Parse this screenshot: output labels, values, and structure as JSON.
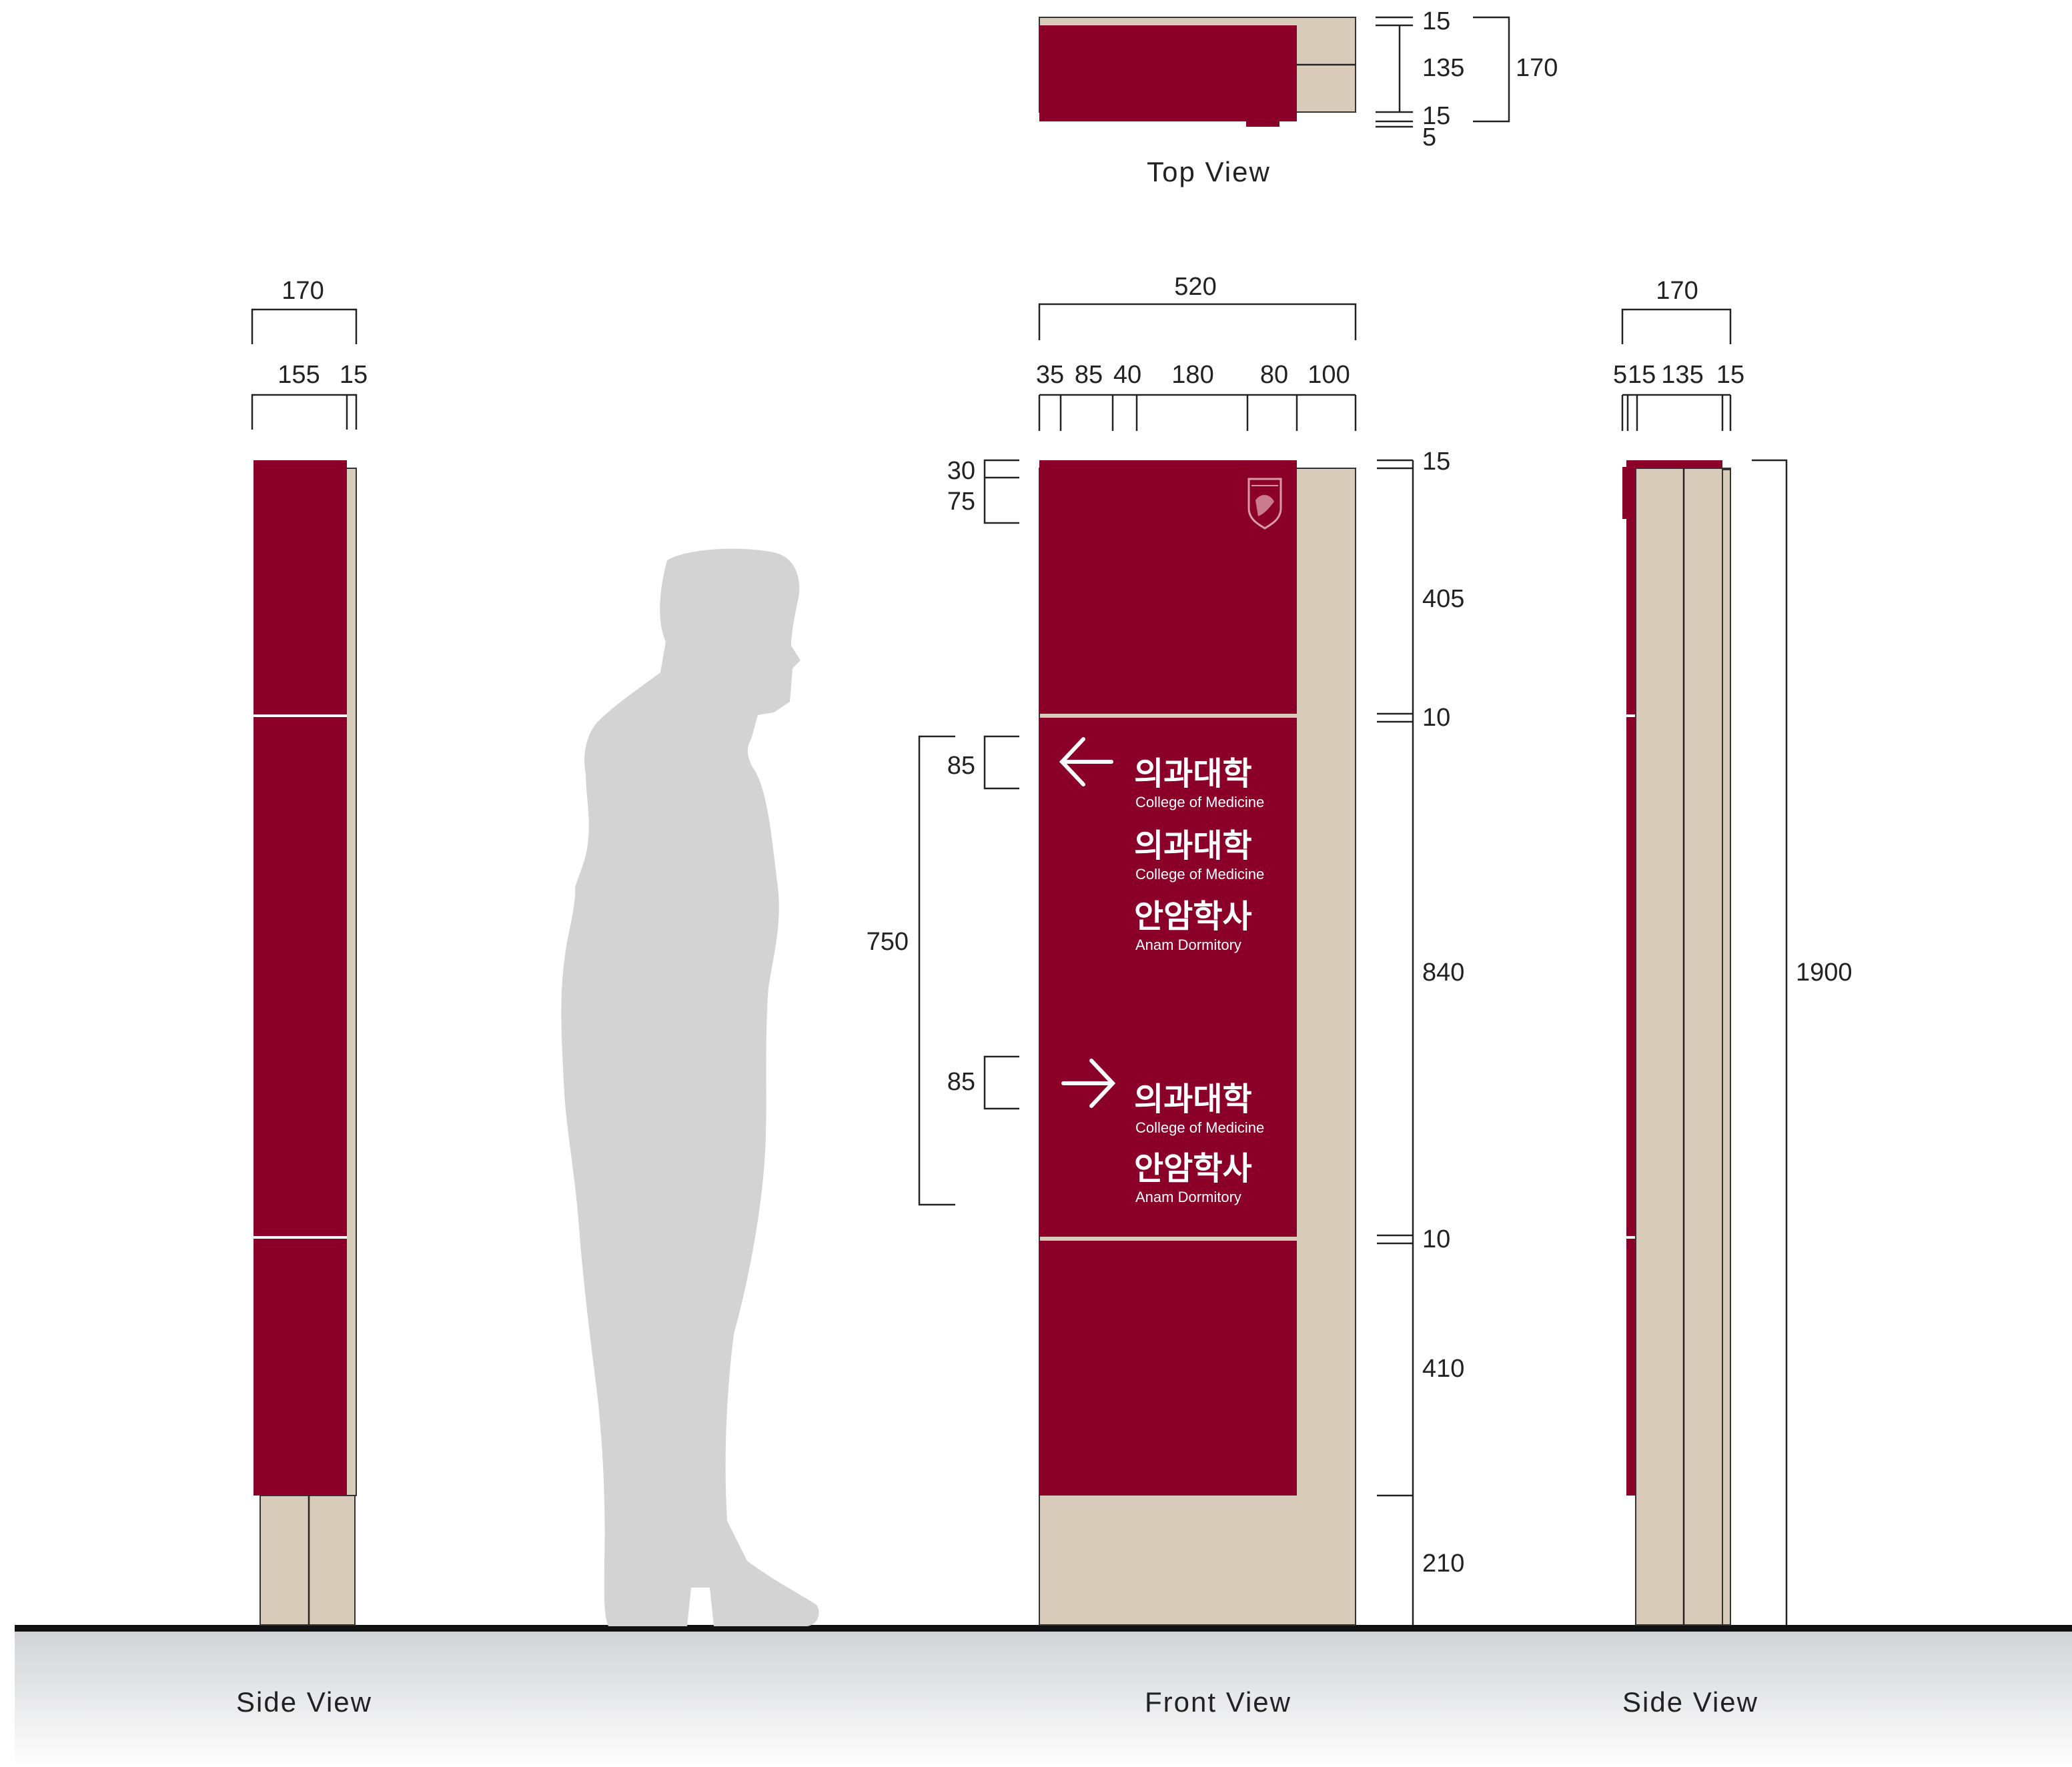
{
  "colors": {
    "panel": "#8a0029",
    "post": "#d9cbba",
    "silhouette": "#d3d3d3",
    "ground": "#111111",
    "text_on_panel": "#ffffff"
  },
  "captions": {
    "top_view": "Top View",
    "front_view": "Front View",
    "side_view_left": "Side View",
    "side_view_right": "Side View"
  },
  "top_view_dims": [
    "15",
    "135",
    "15",
    "5",
    "170"
  ],
  "left_side_dims": {
    "overall": "170",
    "parts": [
      "155",
      "15"
    ]
  },
  "front_dims": {
    "overall_width": "520",
    "width_parts": [
      "35",
      "85",
      "40",
      "180",
      "80",
      "100"
    ],
    "left_small": [
      "30",
      "75",
      "85",
      "85"
    ],
    "left_span": "750",
    "right_parts": [
      "15",
      "405",
      "10",
      "840",
      "10",
      "410",
      "210"
    ]
  },
  "right_side_dims": {
    "overall": "170",
    "parts": [
      "5",
      "15",
      "135",
      "15"
    ],
    "height": "1900"
  },
  "sign": {
    "arrow_left": "←",
    "arrow_right": "→",
    "entries": [
      {
        "kr": "의과대학",
        "en": "College of Medicine"
      },
      {
        "kr": "의과대학",
        "en": "College of Medicine"
      },
      {
        "kr": "안암학사",
        "en": "Anam Dormitory"
      },
      {
        "kr": "의과대학",
        "en": "College of Medicine"
      },
      {
        "kr": "안암학사",
        "en": "Anam Dormitory"
      }
    ]
  },
  "icons": {
    "logo": "university-crest-icon",
    "person": "human-silhouette-icon"
  }
}
